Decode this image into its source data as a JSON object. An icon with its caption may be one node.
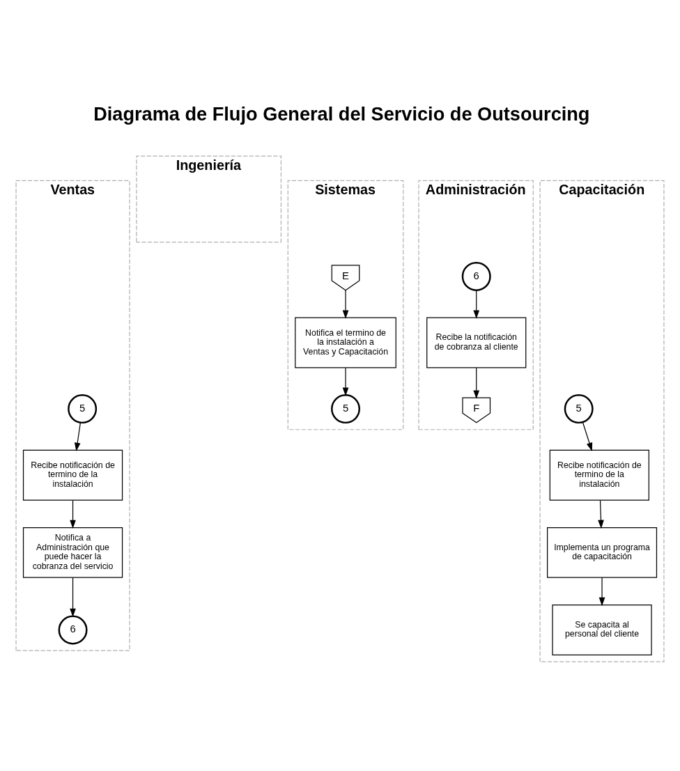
{
  "diagram": {
    "title": "Diagrama de Flujo General del Servicio de Outsourcing",
    "nodes": [
      {
        "text": [
          "Ventas"
        ]
      },
      {
        "text": [
          "Ingeniería"
        ]
      },
      {
        "text": [
          "Sistemas"
        ]
      },
      {
        "text": [
          "Administración"
        ]
      },
      {
        "text": [
          "Capacitación"
        ]
      },
      {
        "text": [
          "E"
        ],
        "in": 2
      },
      {
        "text": [
          "Notifica el termino de la instalación a Ventas y Capacitación"
        ],
        "in": 2
      },
      {
        "text": [
          "5"
        ],
        "in": 2
      },
      {
        "text": [
          "5"
        ],
        "in": 0
      },
      {
        "text": [
          "Recibe notificación de termino de la instalación"
        ],
        "in": 0
      },
      {
        "text": [
          "Notifica a Administración que puede hacer la cobranza del servicio"
        ],
        "in": 0
      },
      {
        "text": [
          "6"
        ],
        "in": 0
      },
      {
        "text": [
          "5"
        ],
        "in": 4
      },
      {
        "text": [
          "Recibe notificación de termino de la instalación"
        ],
        "in": 4
      },
      {
        "text": [
          "Implementa un programa de capacitación"
        ],
        "in": 4
      },
      {
        "text": [
          "Se capacita al personal del cliente"
        ],
        "in": 4
      },
      {
        "text": [
          "6"
        ],
        "in": 3
      },
      {
        "text": [
          "Recibe la notificación de cobranza al cliente"
        ],
        "in": 3
      },
      {
        "text": [
          "F"
        ],
        "in": 3
      }
    ],
    "edges": [
      {
        "from": 5,
        "to": 6,
        "arrow": "to"
      },
      {
        "from": 6,
        "to": 7,
        "arrow": "to"
      },
      {
        "from": 8,
        "to": 9,
        "arrow": "to"
      },
      {
        "from": 9,
        "to": 10,
        "arrow": "to"
      },
      {
        "from": 10,
        "to": 11,
        "arrow": "to"
      },
      {
        "from": 12,
        "to": 13,
        "arrow": "to"
      },
      {
        "from": 13,
        "to": 14,
        "arrow": "to"
      },
      {
        "from": 14,
        "to": 15,
        "arrow": "to"
      },
      {
        "from": 16,
        "to": 17,
        "arrow": "to"
      },
      {
        "from": 17,
        "to": 18,
        "arrow": "to"
      }
    ]
  }
}
